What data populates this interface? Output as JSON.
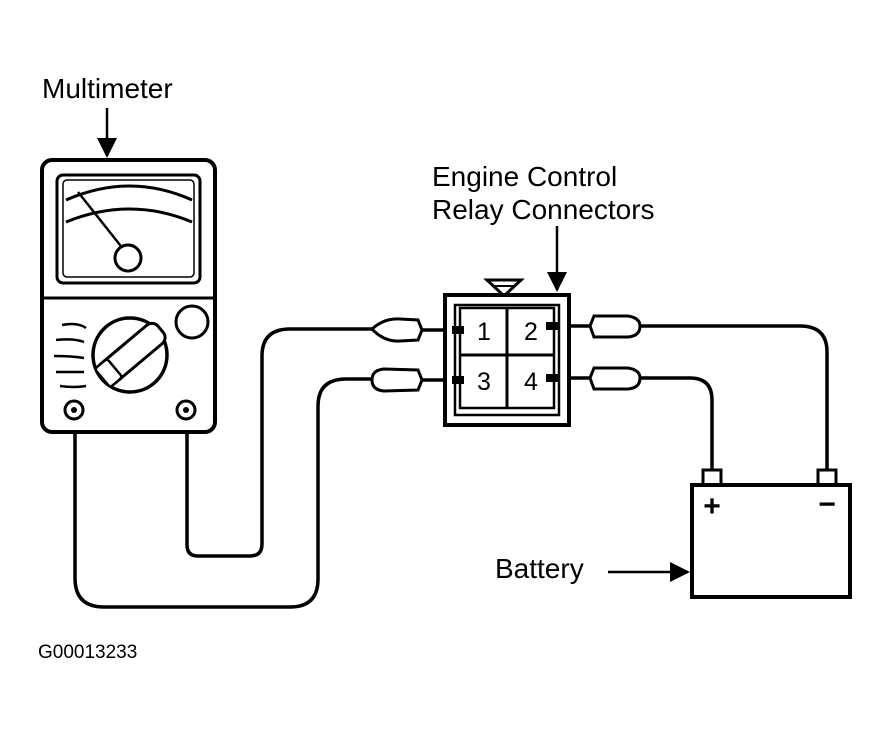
{
  "labels": {
    "multimeter": "Multimeter",
    "relay_line1": "Engine Control",
    "relay_line2": "Relay Connectors",
    "battery": "Battery",
    "figure_code": "G00013233"
  },
  "connector": {
    "pins": [
      "1",
      "2",
      "3",
      "4"
    ]
  },
  "battery": {
    "positive": "+",
    "negative": "−"
  },
  "icons": [
    "multimeter-icon",
    "relay-connector-icon",
    "battery-icon",
    "arrow-icon"
  ]
}
